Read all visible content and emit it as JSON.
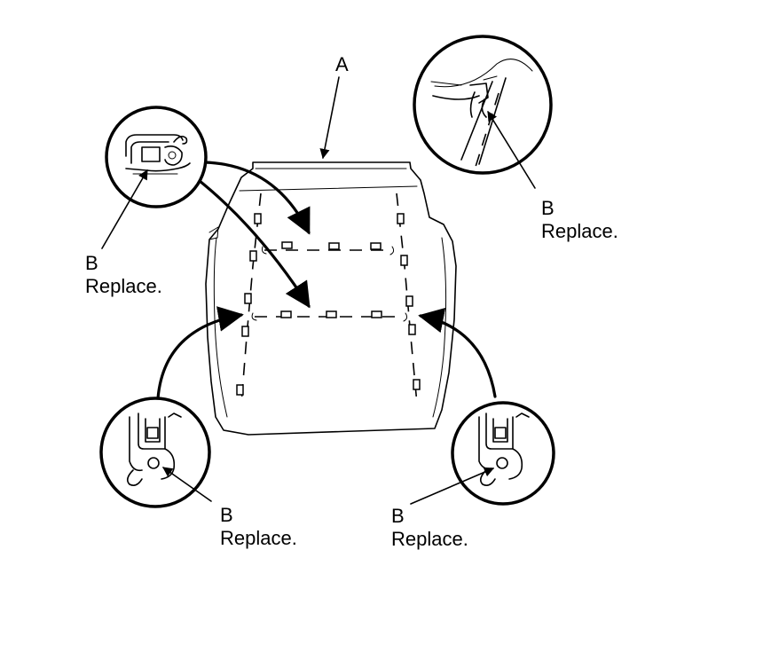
{
  "labels": {
    "a": "A",
    "b_code": "B",
    "b_note": "Replace."
  },
  "callouts": [
    {
      "id": "upper-left",
      "code": "B",
      "note": "Replace."
    },
    {
      "id": "upper-right",
      "code": "B",
      "note": "Replace."
    },
    {
      "id": "lower-left",
      "code": "B",
      "note": "Replace."
    },
    {
      "id": "lower-right",
      "code": "B",
      "note": "Replace."
    }
  ],
  "colors": {
    "line": "#000000",
    "background": "#ffffff"
  }
}
